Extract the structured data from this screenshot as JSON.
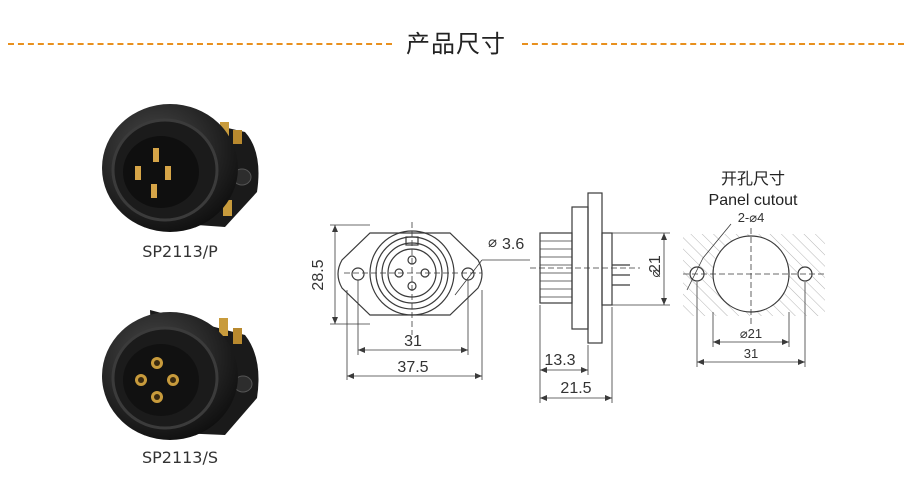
{
  "header": {
    "title": "产品尺寸"
  },
  "products": [
    {
      "caption": "SP2113/P",
      "type": "plug-pins"
    },
    {
      "caption": "SP2113/S",
      "type": "socket-holes"
    }
  ],
  "front_view": {
    "dim_height": "28.5",
    "dim_hole": "3.6",
    "dim_inner_width": "31",
    "dim_total_width": "37.5"
  },
  "side_view": {
    "dim_diameter": "21",
    "dim_length_a": "13.3",
    "dim_length_b": "21.5"
  },
  "cutout": {
    "title_cn": "开孔尺寸",
    "title_en": "Panel cutout",
    "hole_label": "2-⌀4",
    "dim_diameter": "⌀21",
    "dim_width": "31"
  },
  "colors": {
    "accent": "#e8901e",
    "line": "#3a3a3a",
    "hatch": "#b5b5b5"
  }
}
